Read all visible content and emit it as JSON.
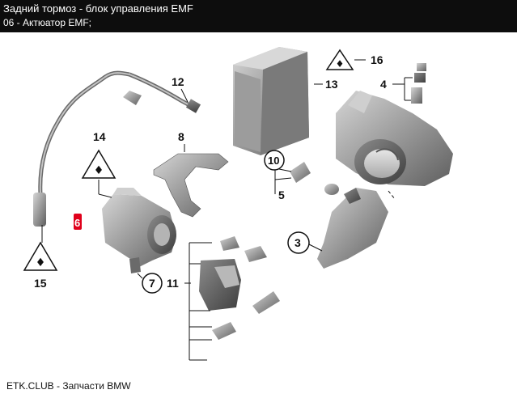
{
  "header": {
    "title": "Задний тормоз - блок управления EMF",
    "subtitle": "06 - Актюатор EMF;"
  },
  "footer": {
    "text": "ETK.CLUB - Запчасти BMW"
  },
  "callouts": {
    "c3": "3",
    "c4": "4",
    "c5": "5",
    "c6": "6",
    "c7": "7",
    "c8": "8",
    "c10": "10",
    "c11": "11",
    "c12": "12",
    "c13": "13",
    "c14": "14",
    "c15": "15",
    "c16": "16"
  },
  "colors": {
    "header_bg": "#0d0d0d",
    "highlight": "#e0001b",
    "part_gray": "#9a9a9a"
  },
  "icons": {
    "warning": "warning-triangle-icon"
  }
}
